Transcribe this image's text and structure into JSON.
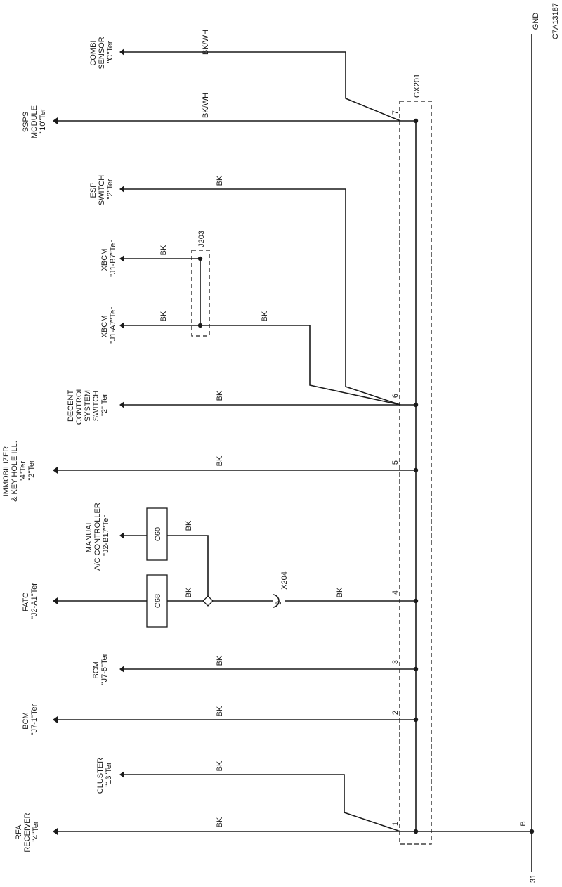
{
  "ground_label": "GND",
  "drawing_id": "C7A13187",
  "splice_label": "GX201",
  "junction_label": "J203",
  "connector_x204_label": "X204",
  "connector_x204_pin": "9",
  "bottom_ground_label": "31",
  "bottom_ground_pin": "B",
  "boxes": {
    "c60": "C60",
    "c68": "C68"
  },
  "rows": [
    {
      "name": "combi-sensor",
      "lines": [
        "COMBI",
        "SENSOR",
        "\"C\"Ter"
      ],
      "wire": "BK/WH"
    },
    {
      "name": "ssps-module",
      "lines": [
        "SSPS",
        "MODULE",
        "\"10\"Ter"
      ],
      "wire": "BK/WH",
      "pin": "7"
    },
    {
      "name": "esp-switch",
      "lines": [
        "ESP",
        "SWITCH",
        "\"2\"Ter"
      ],
      "wire": "BK"
    },
    {
      "name": "xbcm-b7",
      "lines": [
        "XBCM",
        "\"J1-B7\"Ter"
      ],
      "wire": "BK"
    },
    {
      "name": "xbcm-a7",
      "lines": [
        "XBCM",
        "\"J1-A7\"Ter"
      ],
      "wire": "BK",
      "wire2": "BK"
    },
    {
      "name": "decent-control",
      "lines": [
        "DECENT",
        "CONTROL",
        "SYSTEM",
        "SWITCH",
        "\"2\" Ter"
      ],
      "wire": "BK",
      "pin": "6"
    },
    {
      "name": "immobilizer",
      "lines": [
        "IMMOBILIZER",
        "& KEY HOLE ILL.",
        "\"4\"Ter",
        "\"2\"Ter"
      ],
      "wire": "BK",
      "pin": "5"
    },
    {
      "name": "manual-ac",
      "lines": [
        "MANUAL",
        "A/C CONTROLLER",
        "\"J2-B17\"Ter"
      ],
      "wire": "BK"
    },
    {
      "name": "fatc",
      "lines": [
        "FATC",
        "\"J2-A1\"Ter"
      ],
      "wire": "BK",
      "wire2": "BK",
      "pin": "4"
    },
    {
      "name": "bcm-j7-5",
      "lines": [
        "BCM",
        "\"J7-5\"Ter"
      ],
      "wire": "BK",
      "pin": "3"
    },
    {
      "name": "bcm-j7-1",
      "lines": [
        "BCM",
        "\"J7-1\"Ter"
      ],
      "wire": "BK",
      "pin": "2"
    },
    {
      "name": "cluster",
      "lines": [
        "CLUSTER",
        "\"13\"Ter"
      ],
      "wire": "BK"
    },
    {
      "name": "rfa-receiver",
      "lines": [
        "RFA",
        "RECEIVER",
        "\"4\"Ter"
      ],
      "wire": "BK",
      "pin": "1"
    }
  ]
}
